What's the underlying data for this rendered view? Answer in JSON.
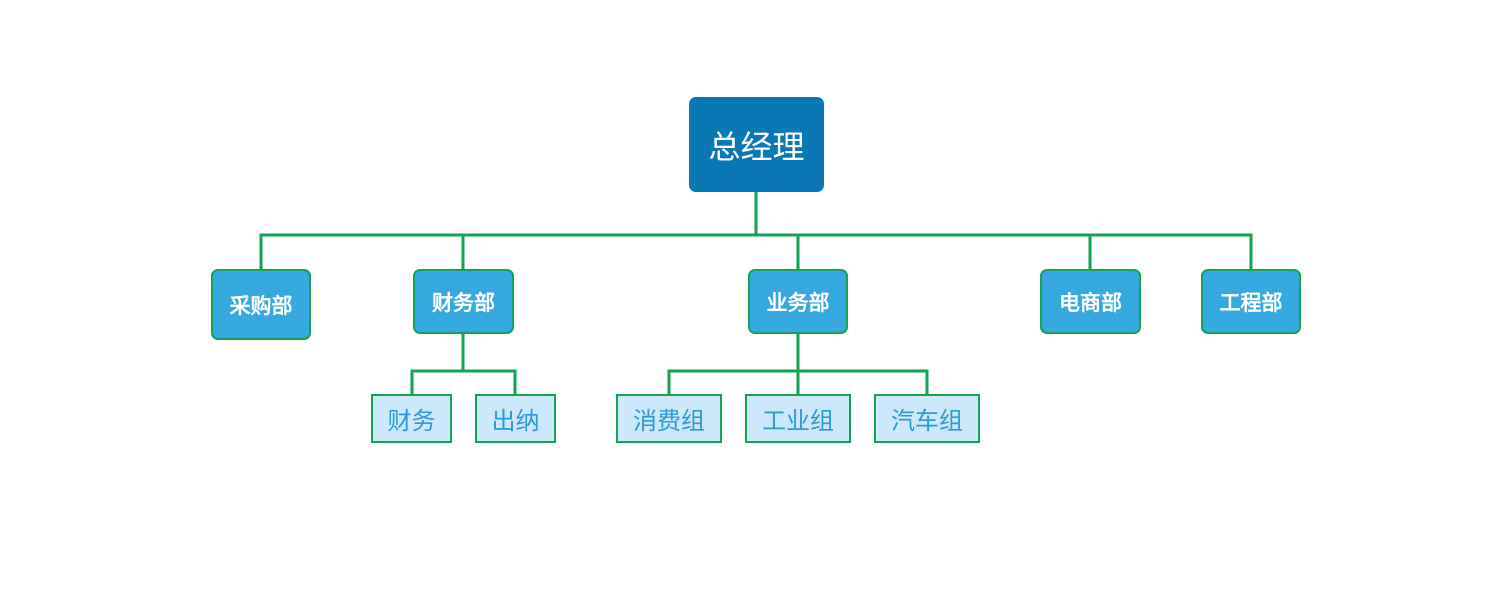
{
  "org_chart": {
    "root": {
      "label": "总经理"
    },
    "departments": [
      {
        "label": "采购部"
      },
      {
        "label": "财务部",
        "groups": [
          {
            "label": "财务"
          },
          {
            "label": "出纳"
          }
        ]
      },
      {
        "label": "业务部",
        "groups": [
          {
            "label": "消费组"
          },
          {
            "label": "工业组"
          },
          {
            "label": "汽车组"
          }
        ]
      },
      {
        "label": "电商部"
      },
      {
        "label": "工程部"
      }
    ]
  },
  "colors": {
    "root_fill": "#0a78b5",
    "department_fill": "#36a9e0",
    "group_fill": "#cde7fb",
    "group_text": "#2b9ad8",
    "connector": "#15a255"
  }
}
